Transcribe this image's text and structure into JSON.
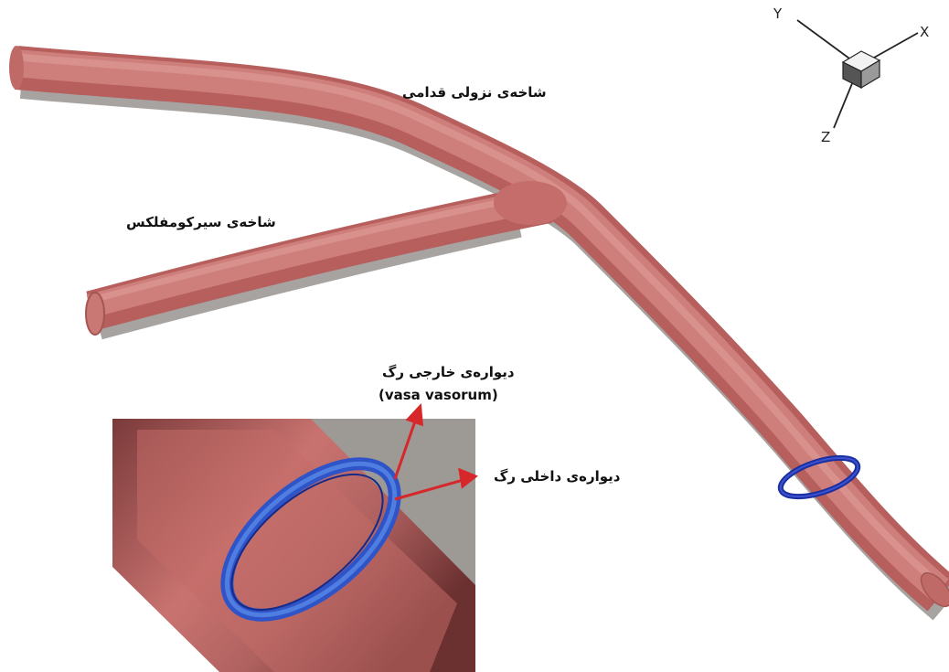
{
  "labels": {
    "lad_branch": "شاخه‌ی نزولی قدامی",
    "circumflex_branch": "شاخه‌ی سیرکومفلکس",
    "outer_wall": "دیواره‌ی خارجی رگ",
    "outer_wall_latin": "(vasa vasorum)",
    "inner_wall": "دیواره‌ی داخلی رگ"
  },
  "axes": {
    "x": "X",
    "y": "Y",
    "z": "Z"
  },
  "colors": {
    "vessel": "#c9726f",
    "vessel_shadow": "#9e9a97",
    "ring": "#1a2fa0",
    "arrow": "#d6282a"
  }
}
